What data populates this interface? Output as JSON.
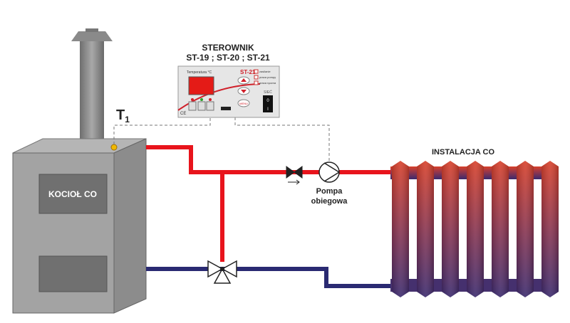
{
  "controller": {
    "title": "STEROWNIK",
    "models": "ST-19 ; ST-20 ; ST-21",
    "temp_label": "Temperatura °C",
    "brand": "ST-21",
    "legend": [
      "zasilanie",
      "praca pompy",
      "praca ręczna"
    ],
    "menu_label": "MENU",
    "switch_label": "SIEĆ",
    "switch_on": "0",
    "switch_off": "I",
    "ce_mark": "CE"
  },
  "sensor_label": "T",
  "sensor_sub": "1",
  "boiler_label": "KOCIOŁ CO",
  "pump_label": [
    "Pompa",
    "obiegowa"
  ],
  "installation_label": "INSTALACJA CO",
  "colors": {
    "supply": "#e8141c",
    "return": "#2a2a72",
    "boiler": "#9a9a9a",
    "display": "#e41b17"
  }
}
